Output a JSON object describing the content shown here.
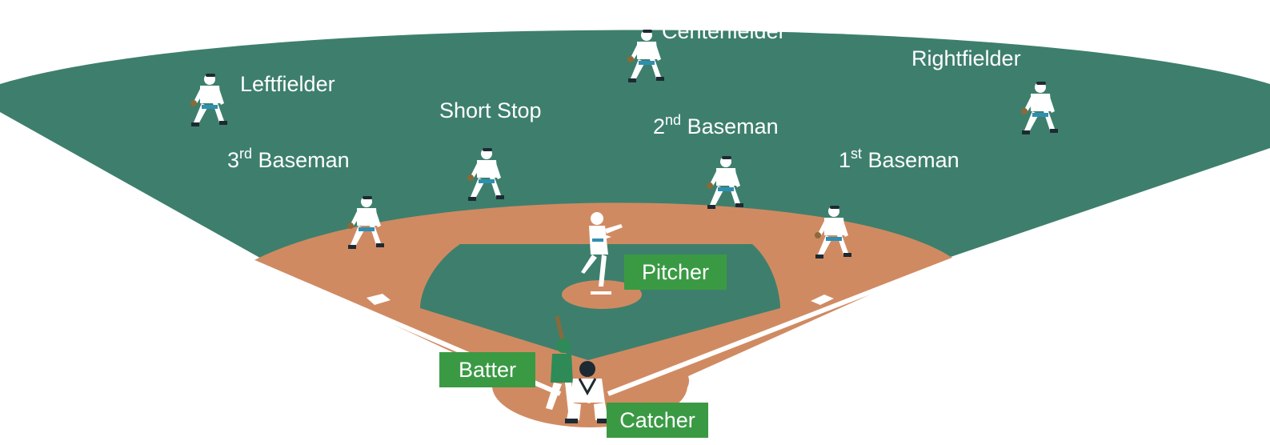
{
  "colors": {
    "grass": "#3d7f6c",
    "dirt": "#d08a62",
    "chalk": "#ffffff",
    "label_box": "#3a9a44",
    "uniform": "#ffffff",
    "uniform_trim": "#2f8fb0",
    "batter_uniform": "#2e8b57"
  },
  "positions": {
    "centerfielder": "Centerfielder",
    "rightfielder": "Rightfielder",
    "leftfielder": "Leftfielder",
    "short_stop": "Short Stop",
    "second_baseman": {
      "ordinal_num": "2",
      "ordinal_suffix": "nd",
      "role": " Baseman"
    },
    "third_baseman": {
      "ordinal_num": "3",
      "ordinal_suffix": "rd",
      "role": " Baseman"
    },
    "first_baseman": {
      "ordinal_num": "1",
      "ordinal_suffix": "st",
      "role": " Baseman"
    },
    "pitcher": "Pitcher",
    "batter": "Batter",
    "catcher": "Catcher"
  },
  "icons": {
    "fielder": "fielder-icon",
    "pitcher": "pitcher-icon",
    "batter": "batter-icon",
    "catcher": "catcher-icon"
  }
}
